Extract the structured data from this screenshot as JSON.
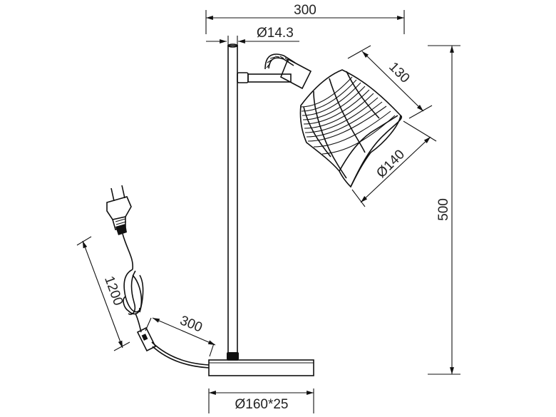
{
  "dimensions": {
    "overall_width": "300",
    "pole_diameter": "Ø14.3",
    "shade_depth": "130",
    "shade_diameter": "Ø140",
    "overall_height": "500",
    "cord_length": "1200",
    "switch_distance": "300",
    "base_size": "Ø160*25"
  }
}
